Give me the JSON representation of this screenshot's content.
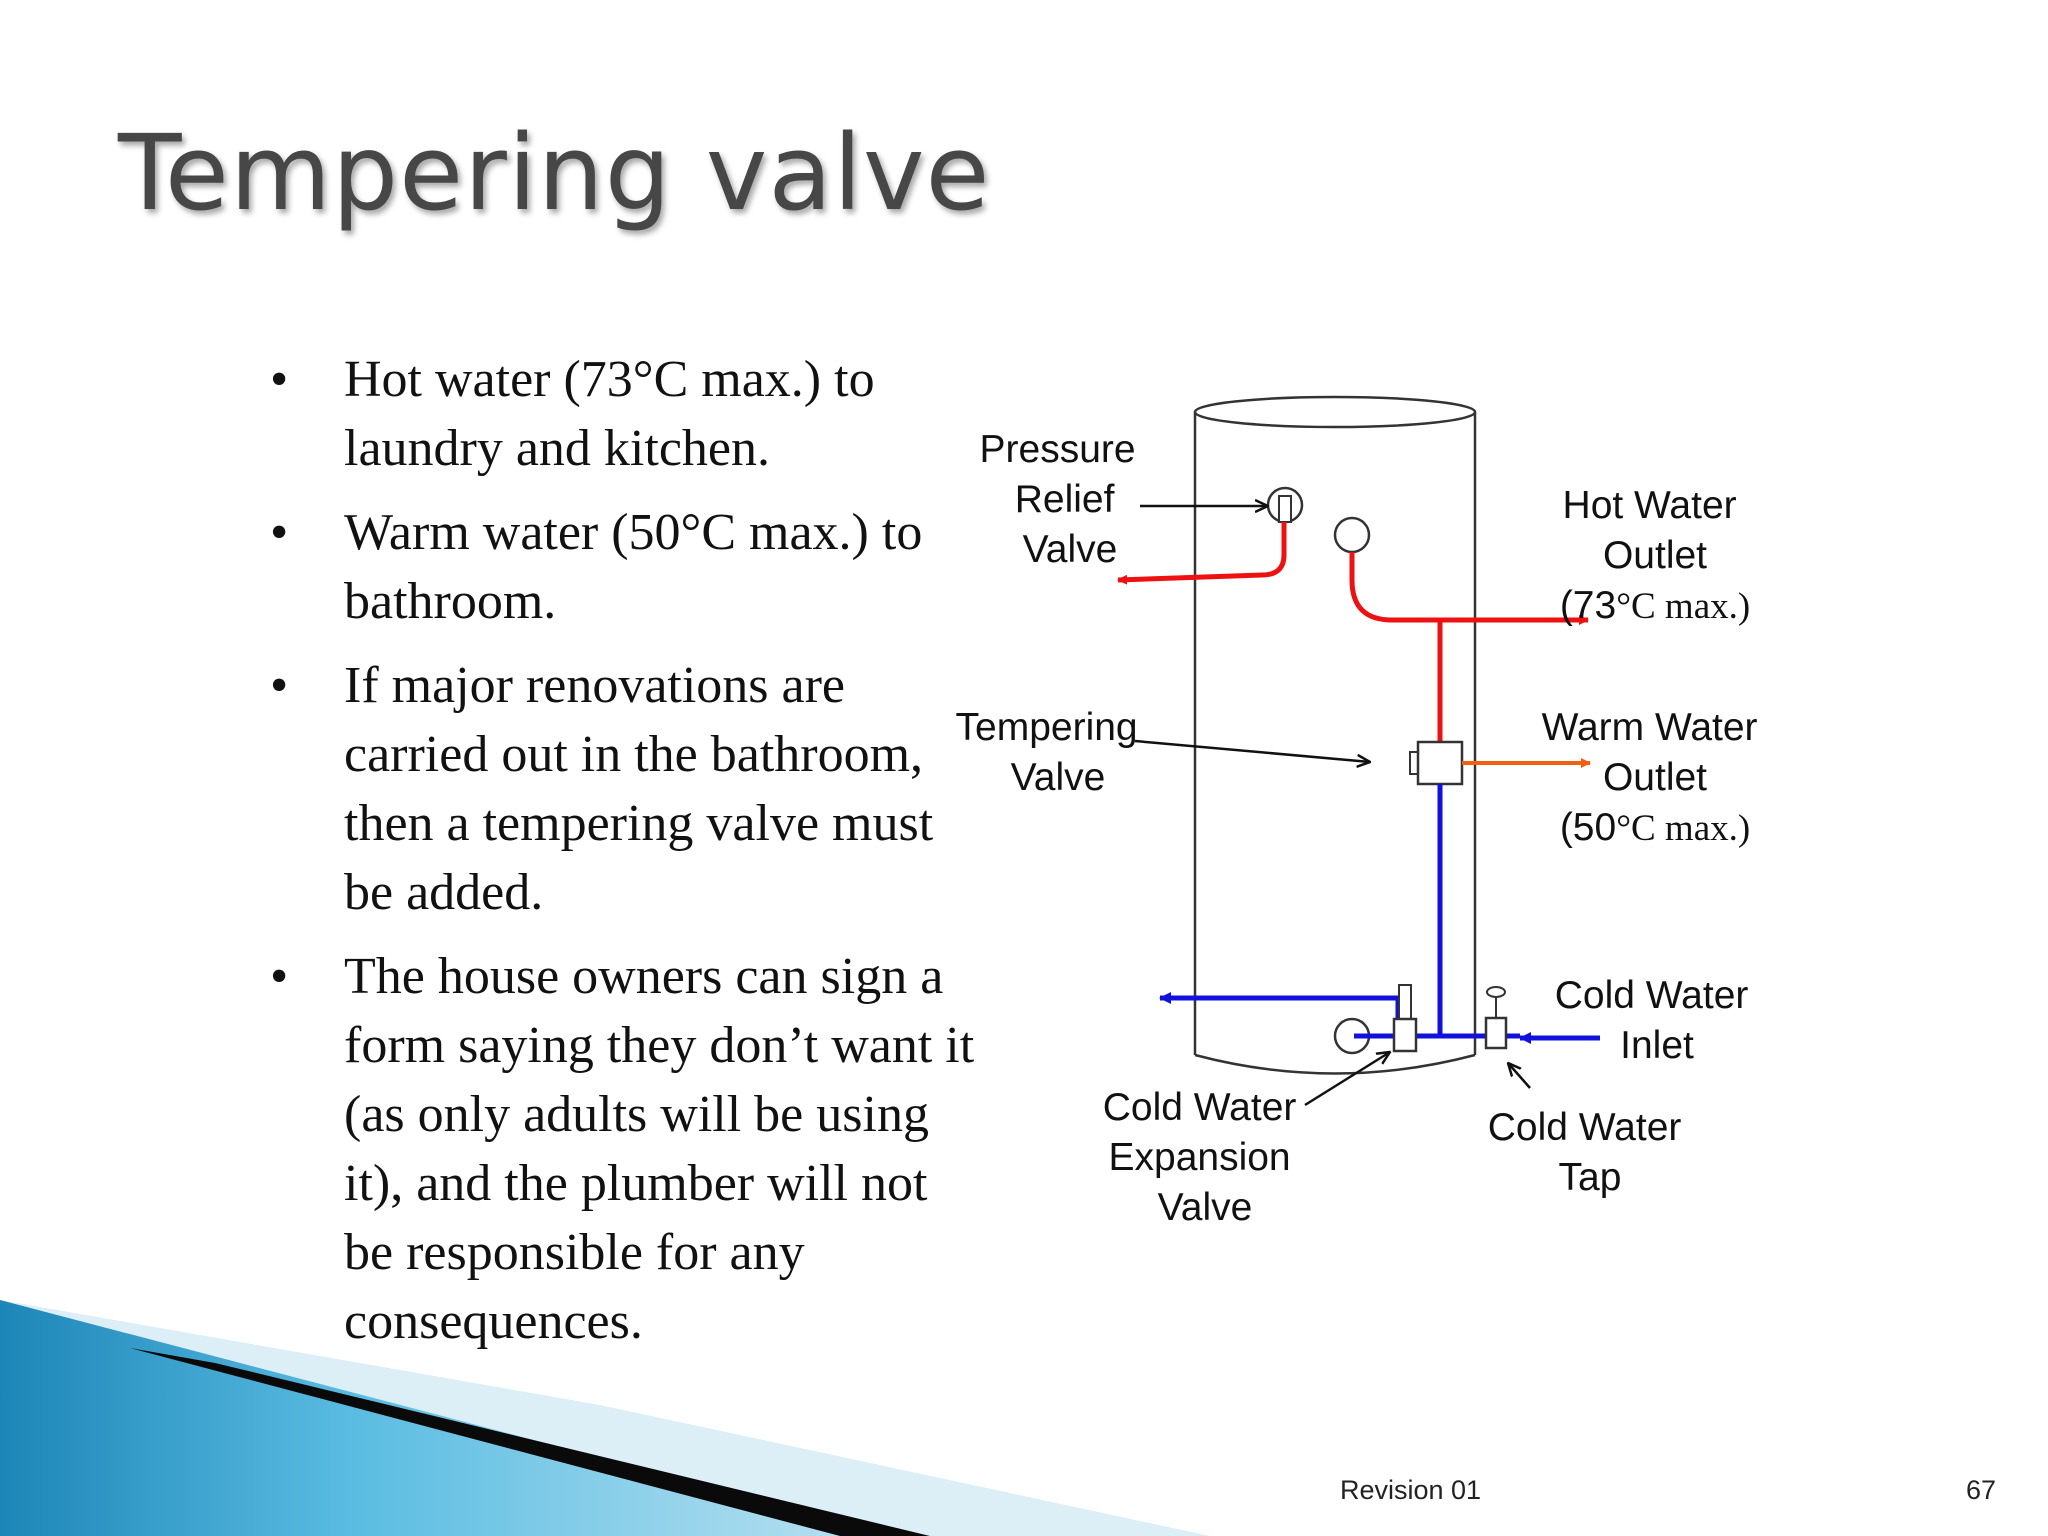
{
  "slide": {
    "title": "Tempering valve",
    "bullets": [
      {
        "marker": "•",
        "lines": [
          "Hot water (73°C max.) to",
          "laundry and kitchen."
        ]
      },
      {
        "marker": "•",
        "lines": [
          "Warm water (50°C max.) to",
          "bathroom."
        ]
      },
      {
        "marker": "•",
        "lines": [
          "If major renovations are",
          "carried out in the bathroom,",
          "then a tempering valve must",
          "be added."
        ]
      },
      {
        "marker": "•",
        "lines": [
          "The house owners can sign a",
          "form saying they don’t want it",
          "(as only adults will be using",
          "it), and the plumber will not",
          "be responsible for any",
          "consequences."
        ]
      }
    ]
  },
  "diagram": {
    "pressure_relief": [
      "Pressure",
      "Relief",
      "Valve"
    ],
    "hot_outlet": [
      "Hot Water",
      "Outlet",
      "(73",
      "°C max.)"
    ],
    "tempering": [
      "Tempering",
      "Valve"
    ],
    "warm_outlet": [
      "Warm Water",
      "Outlet",
      "(50",
      "°C max.)"
    ],
    "cold_inlet": [
      "Cold Water",
      "Inlet"
    ],
    "expansion": [
      "Cold Water",
      "Expansion",
      "Valve"
    ],
    "cold_tap": [
      "Cold Water",
      "Tap"
    ],
    "colors": {
      "hot": "#ee1111",
      "warm": "#f06010",
      "cold": "#1111dd"
    }
  },
  "footer": {
    "revision": "Revision 01",
    "page": "67"
  }
}
